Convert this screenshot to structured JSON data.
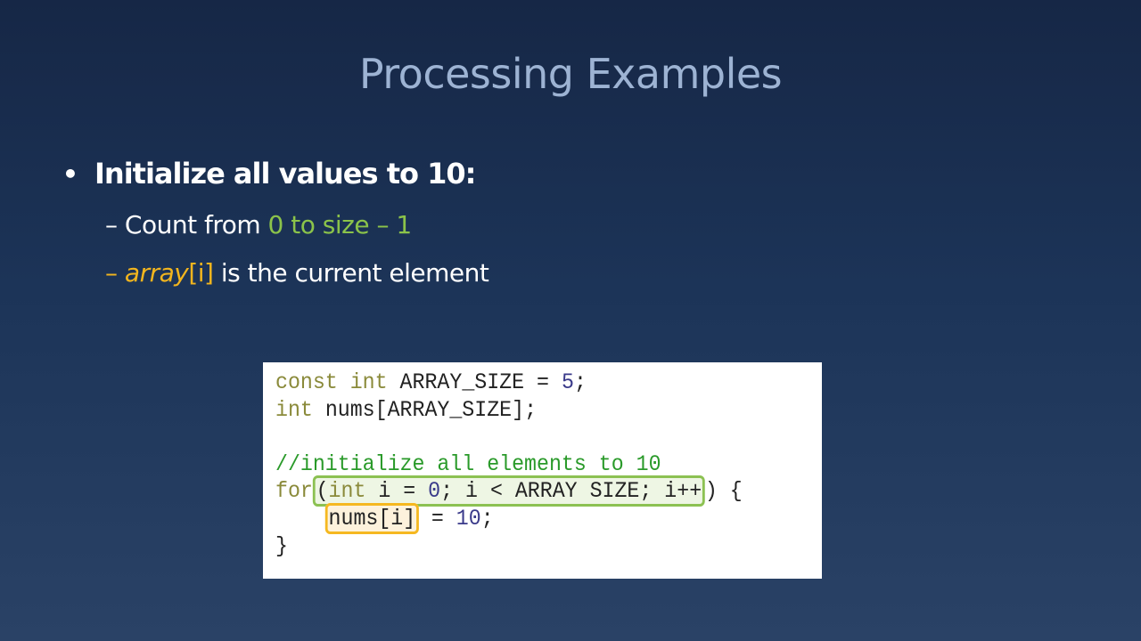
{
  "slide": {
    "title": "Processing Examples",
    "bullet": {
      "symbol": "•",
      "text": "Initialize all values to 10:"
    },
    "subbullets": [
      {
        "dash": "– ",
        "prefix": "Count from ",
        "highlight": "0 to size – 1",
        "highlight_color": "#8bc34a"
      },
      {
        "dash": "– ",
        "highlight_italic": "array",
        "highlight_index": "[i]",
        "suffix": " is the current element",
        "highlight_color": "#f2b51e"
      }
    ]
  },
  "code": {
    "line1": {
      "kw1": "const",
      "kw2": "int",
      "name": "ARRAY_SIZE",
      "op": "=",
      "value": "5",
      "end": ";"
    },
    "line2": {
      "kw": "int",
      "decl": "nums[ARRAY_SIZE];"
    },
    "line3": "",
    "line4": "//initialize all elements to 10",
    "line5": {
      "kw": "for",
      "open": "(",
      "kw_int": "int",
      "loop": " i = ",
      "zero": "0",
      "cond": "; i < ARRAY SIZE; i++",
      "close": ")",
      "brace": " {"
    },
    "line6": {
      "target": "nums[i]",
      "assign": " = ",
      "value": "10",
      "end": ";"
    },
    "line7": "}",
    "highlight_colors": {
      "loop_header": "#8cc152",
      "element": "#f5b820"
    }
  }
}
